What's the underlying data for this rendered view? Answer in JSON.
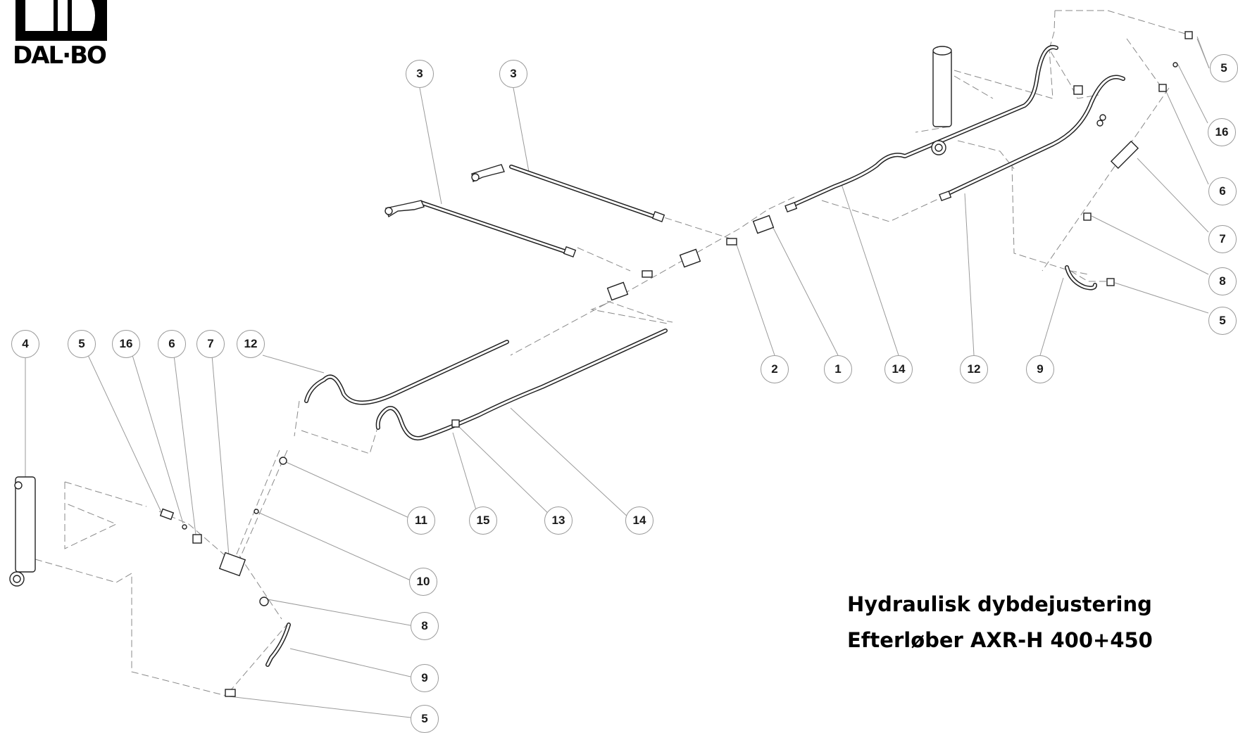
{
  "brand": {
    "name": "DAL·BO"
  },
  "title": {
    "line1": "Hydraulisk dybdejustering",
    "line2": "Efterløber AXR-H 400+450"
  },
  "callouts": [
    {
      "id": "c-3a",
      "label": "3"
    },
    {
      "id": "c-3b",
      "label": "3"
    },
    {
      "id": "c-2",
      "label": "2"
    },
    {
      "id": "c-1",
      "label": "1"
    },
    {
      "id": "c-14a",
      "label": "14"
    },
    {
      "id": "c-12a",
      "label": "12"
    },
    {
      "id": "c-9a",
      "label": "9"
    },
    {
      "id": "c-5a",
      "label": "5"
    },
    {
      "id": "c-16a",
      "label": "16"
    },
    {
      "id": "c-6a",
      "label": "6"
    },
    {
      "id": "c-7a",
      "label": "7"
    },
    {
      "id": "c-8a",
      "label": "8"
    },
    {
      "id": "c-5b",
      "label": "5"
    },
    {
      "id": "c-4",
      "label": "4"
    },
    {
      "id": "c-5c",
      "label": "5"
    },
    {
      "id": "c-16b",
      "label": "16"
    },
    {
      "id": "c-6b",
      "label": "6"
    },
    {
      "id": "c-7b",
      "label": "7"
    },
    {
      "id": "c-12b",
      "label": "12"
    },
    {
      "id": "c-11",
      "label": "11"
    },
    {
      "id": "c-15",
      "label": "15"
    },
    {
      "id": "c-13",
      "label": "13"
    },
    {
      "id": "c-14b",
      "label": "14"
    },
    {
      "id": "c-10",
      "label": "10"
    },
    {
      "id": "c-8b",
      "label": "8"
    },
    {
      "id": "c-9b",
      "label": "9"
    },
    {
      "id": "c-5d",
      "label": "5"
    }
  ]
}
